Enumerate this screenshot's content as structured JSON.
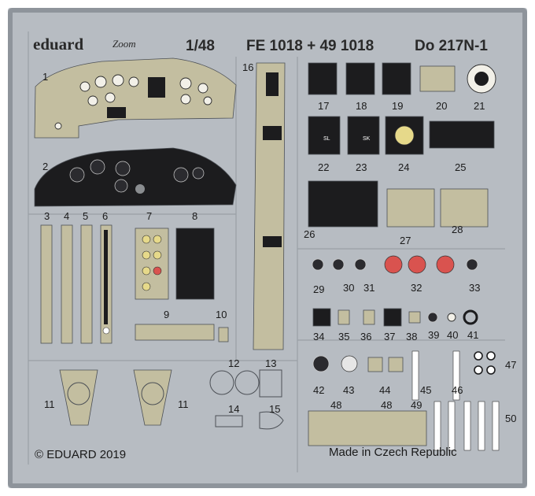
{
  "header": {
    "brand": "eduard",
    "brand_sub": "Zoom",
    "scale": "1/48",
    "product_codes": "FE 1018 + 49 1018",
    "model": "Do 217N-1"
  },
  "footer": {
    "copyright": "© EDUARD 2019",
    "origin": "Made in Czech Republic"
  },
  "part_numbers": [
    "1",
    "2",
    "3",
    "4",
    "5",
    "6",
    "7",
    "8",
    "9",
    "10",
    "11",
    "11",
    "12",
    "13",
    "14",
    "15",
    "16",
    "17",
    "18",
    "19",
    "20",
    "21",
    "22",
    "23",
    "24",
    "25",
    "26",
    "27",
    "28",
    "29",
    "30",
    "31",
    "32",
    "33",
    "34",
    "35",
    "36",
    "37",
    "38",
    "39",
    "40",
    "41",
    "42",
    "43",
    "44",
    "45",
    "46",
    "47",
    "48",
    "48",
    "49",
    "50"
  ],
  "tiny_markings": [
    "SK",
    "SL"
  ],
  "colors": {
    "fret": "#b7bcc2",
    "fret_edge": "#8e949b",
    "interior_green": "#c3bea0",
    "panel_black": "#1c1c1e",
    "warning_red": "#d9534f",
    "instrument_yellow": "#e6d98a"
  }
}
